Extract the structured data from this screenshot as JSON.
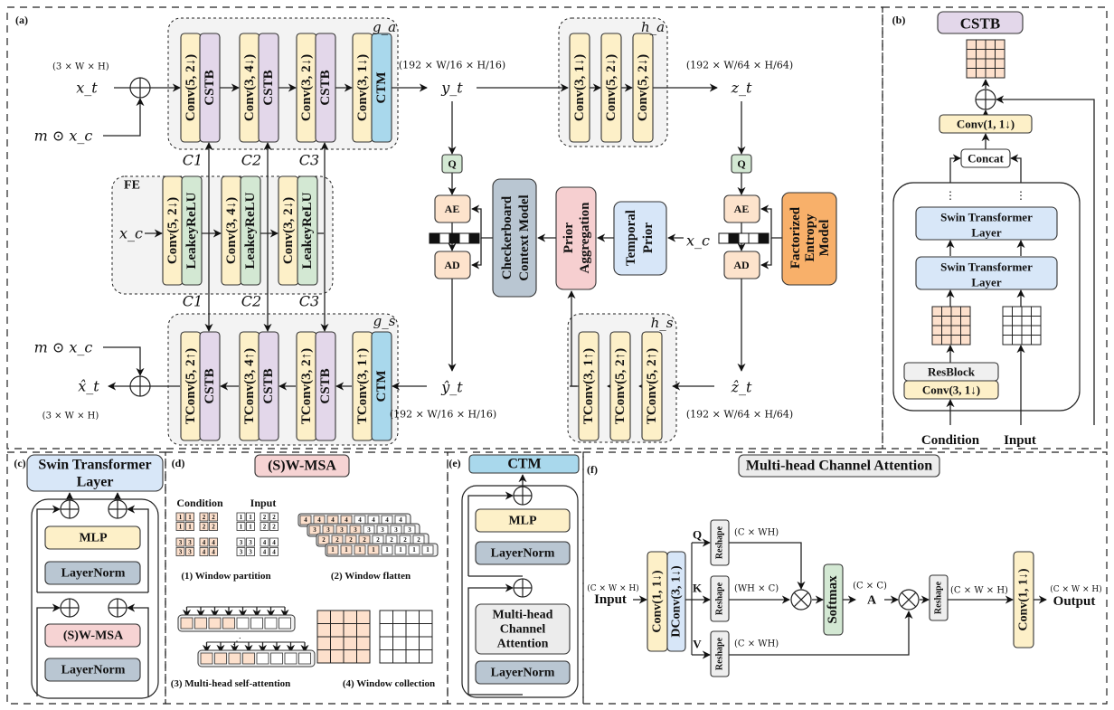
{
  "colors": {
    "conv": "#fdf0c8",
    "cstb": "#e3d7ea",
    "ctm": "#a9d8ec",
    "leaky": "#d3e8d3",
    "ae_ad": "#fde3cc",
    "q": "#d3e8d3",
    "checkerboard": "#b9c6d2",
    "prior_agg": "#f6cfd0",
    "temporal": "#d7e6f8",
    "factorized": "#f8b06a",
    "swin": "#d8e7f8",
    "layernorm": "#b9c6d2",
    "swmsa": "#f6d3d3",
    "mhca": "#ececec",
    "group_bg": "#f3f3f3",
    "orange_cell": "#fde0cc"
  },
  "panel_a": {
    "label": "(a)",
    "x_t": "x_t",
    "x_t_dim": "(3 × W × H)",
    "m_xc_top": "m ⊙ x_c",
    "m_xc_bottom": "m ⊙ x_c",
    "x_hat_t": "x̂_t",
    "x_hat_dim": "(3 × W × H)",
    "ga": {
      "label": "g_a",
      "blocks": [
        {
          "conv": "Conv(5, 2↓)",
          "tail": "CSTB"
        },
        {
          "conv": "Conv(3, 4↓)",
          "tail": "CSTB"
        },
        {
          "conv": "Conv(3, 2↓)",
          "tail": "CSTB"
        },
        {
          "conv": "Conv(3, 1↓)",
          "tail": "CTM"
        }
      ]
    },
    "fe": {
      "label": "FE",
      "input": "x_c",
      "blocks": [
        {
          "conv": "Conv(5, 2↓)",
          "tail": "LeakeyReLU"
        },
        {
          "conv": "Conv(3, 4↓)",
          "tail": "LeakeyReLU"
        },
        {
          "conv": "Conv(3, 2↓)",
          "tail": "LeakeyReLU"
        }
      ]
    },
    "c_labels": [
      "C1",
      "C2",
      "C3"
    ],
    "gs": {
      "label": "g_s",
      "blocks": [
        {
          "conv": "TConv(5, 2↑)",
          "tail": "CSTB"
        },
        {
          "conv": "TConv(3, 4↑)",
          "tail": "CSTB"
        },
        {
          "conv": "TConv(3, 2↑)",
          "tail": "CSTB"
        },
        {
          "conv": "TConv(3, 1↑)",
          "tail": "CTM"
        }
      ]
    },
    "y_t": "y_t",
    "y_dim": "(192 × W/16 × H/16)",
    "y_hat_t": "ŷ_t",
    "y_hat_dim": "(192 × W/16 × H/16)",
    "ha": {
      "label": "h_a",
      "blocks": [
        "Conv(3, 1↓)",
        "Conv(5, 2↓)",
        "Conv(5, 2↓)"
      ]
    },
    "hs": {
      "label": "h_s",
      "blocks": [
        "TConv(3, 1↑)",
        "TConv(5, 2↑)",
        "TConv(5, 2↑)"
      ]
    },
    "z_t": "z_t",
    "z_dim": "(192 × W/64 × H/64)",
    "z_hat_t": "ẑ_t",
    "z_hat_dim": "(192 × W/64 × H/64)",
    "q": "Q",
    "ae": "AE",
    "ad": "AD",
    "checkerboard": [
      "Checkerboard",
      "Context Model"
    ],
    "prior_aggregation": [
      "Prior",
      "Aggregation"
    ],
    "temporal_prior": [
      "Temporal",
      "Prior"
    ],
    "x_c_right": "x_c",
    "factorized": [
      "Factorized",
      "Entropy",
      "Model"
    ]
  },
  "panel_b": {
    "label": "(b)",
    "title": "CSTB",
    "conv_top": "Conv(1, 1↓)",
    "concat": "Concat",
    "swin1": [
      "Swin Transformer",
      "Layer"
    ],
    "swin2": [
      "Swin Transformer",
      "Layer"
    ],
    "resblock": "ResBlock",
    "conv_bottom": "Conv(3, 1↓)",
    "condition": "Condition",
    "input": "Input"
  },
  "panel_c": {
    "label": "(c)",
    "title": [
      "Swin Transformer",
      "Layer"
    ],
    "mlp": "MLP",
    "layernorm_top": "LayerNorm",
    "swmsa": "(S)W-MSA",
    "layernorm_bottom": "LayerNorm"
  },
  "panel_d": {
    "label": "(d)",
    "title": "(S)W-MSA",
    "condition": "Condition",
    "input": "Input",
    "partition_grid": [
      [
        "1",
        "1",
        "2",
        "2"
      ],
      [
        "1",
        "1",
        "2",
        "2"
      ],
      [
        "3",
        "3",
        "4",
        "4"
      ],
      [
        "3",
        "3",
        "4",
        "4"
      ]
    ],
    "flatten_rows": [
      "4",
      "3",
      "2",
      "1"
    ],
    "step1": "(1) Window partition",
    "step2": "(2) Window flatten",
    "step3": "(3) Multi-head self-attention",
    "step4": "(4)  Window collection"
  },
  "panel_e": {
    "label": "(e)",
    "title": "CTM",
    "mlp": "MLP",
    "layernorm_top": "LayerNorm",
    "mhca": [
      "Multi-head",
      "Channel",
      "Attention"
    ],
    "layernorm_bottom": "LayerNorm"
  },
  "panel_f": {
    "label": "(f)",
    "title": "Multi-head Channel Attention",
    "input": "Input",
    "input_dim": "(C × W × H)",
    "conv": "Conv(1, 1↓)",
    "dconv": "DConv(3, 1↓)",
    "q": "Q",
    "k": "K",
    "v": "V",
    "reshape": "Reshape",
    "q_dim": "(C × WH)",
    "k_dim": "(WH × C)",
    "v_dim": "(C × WH)",
    "softmax": "Softmax",
    "a": "A",
    "a_dim": "(C × C)",
    "reshape_out_dim": "(C × W × H)",
    "conv_out": "Conv(1, 1↓)",
    "output": "Output",
    "output_dim": "(C × W × H)"
  }
}
